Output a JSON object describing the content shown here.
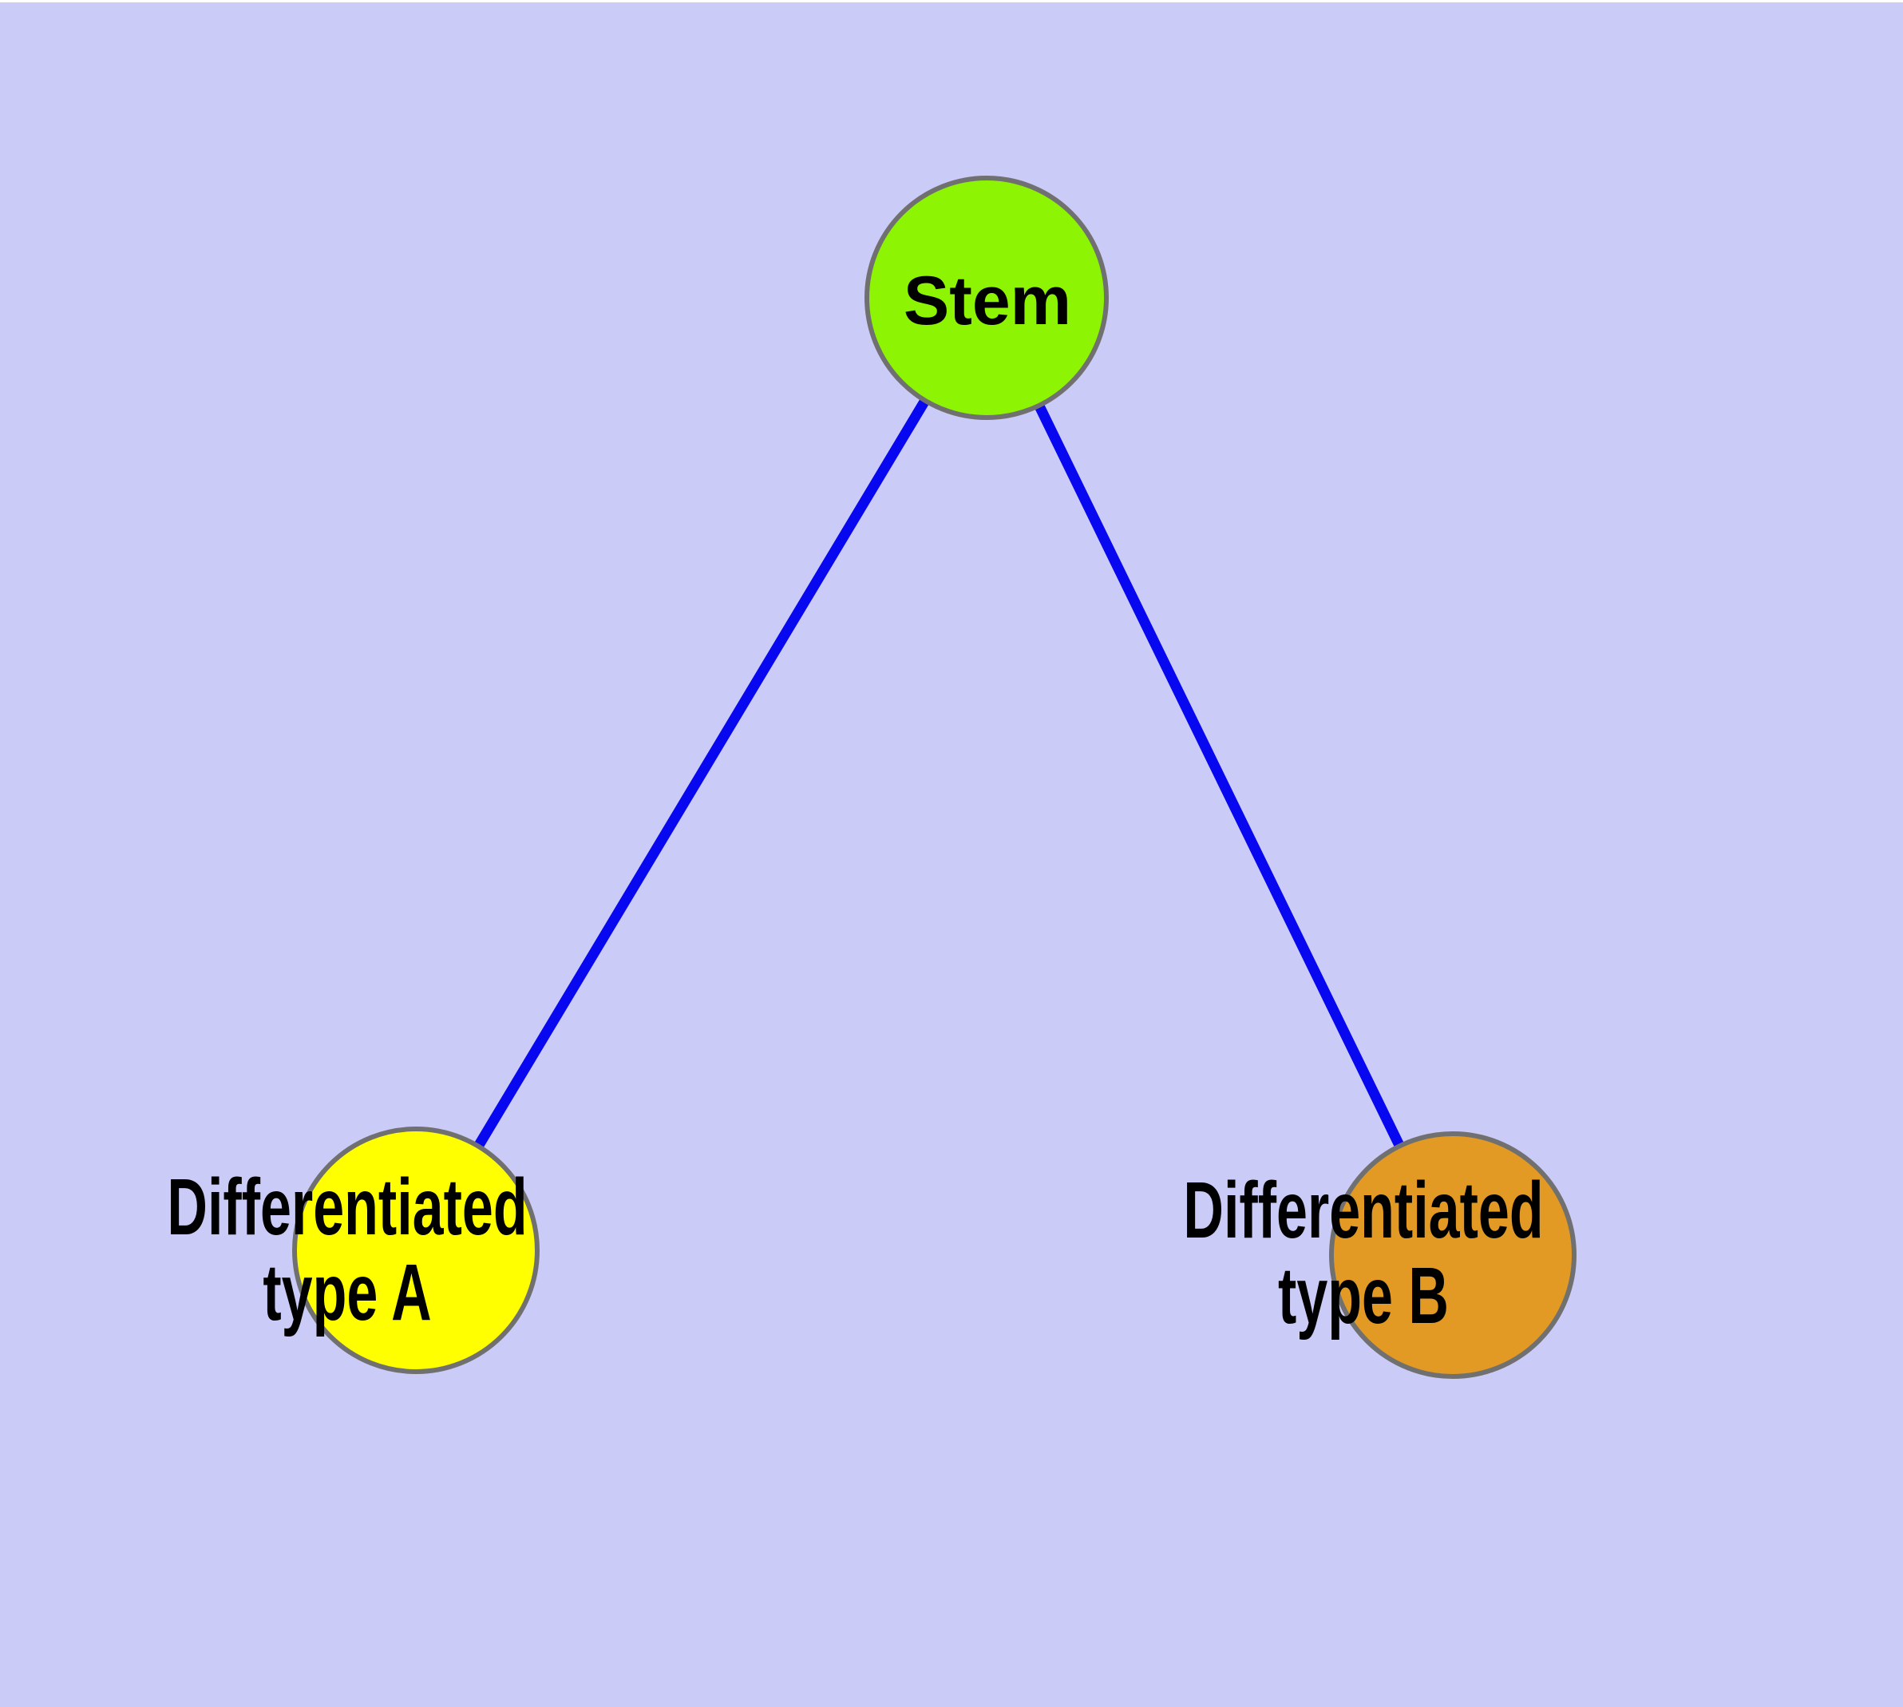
{
  "background_color": "#cbcbf7",
  "styles": {
    "edge_color": "#0707f0",
    "node_border_color": "#707070",
    "label_color": "#000000",
    "stem_fill": "#8df403",
    "type_a_fill": "#ffff00",
    "type_b_fill": "#e29a24"
  },
  "graph": {
    "nodes": [
      {
        "id": "stem",
        "label": "Stem",
        "fill": "#8df403"
      },
      {
        "id": "differentiated-type-a",
        "label": "Differentiated\ntype A",
        "fill": "#ffff00"
      },
      {
        "id": "differentiated-type-b",
        "label": "Differentiated\ntype B",
        "fill": "#e29a24"
      }
    ],
    "edges": [
      {
        "source": "stem",
        "target": "differentiated-type-a"
      },
      {
        "source": "stem",
        "target": "differentiated-type-b"
      }
    ]
  }
}
